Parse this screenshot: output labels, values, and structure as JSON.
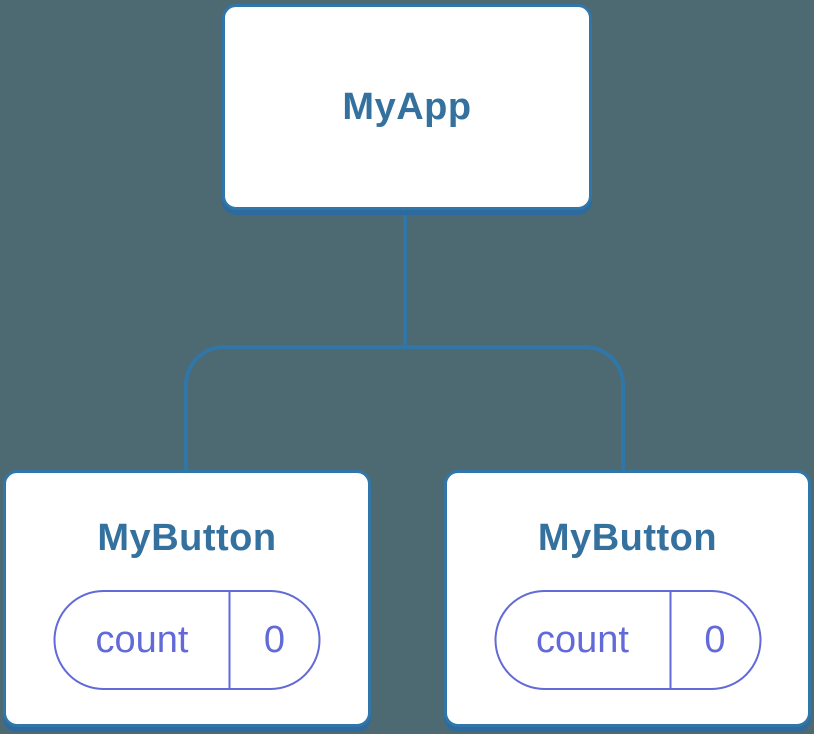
{
  "diagram": {
    "kind": "component-tree",
    "root": {
      "label": "MyApp"
    },
    "children": [
      {
        "label": "MyButton",
        "state": {
          "name": "count",
          "value": "0"
        }
      },
      {
        "label": "MyButton",
        "state": {
          "name": "count",
          "value": "0"
        }
      }
    ]
  },
  "colors": {
    "background": "#4d6a73",
    "connector": "#3176a8",
    "node_border": "#3176a8",
    "node_fill": "#ffffff",
    "node_shadow": "#2d6b9e",
    "title_text": "#35719e",
    "state_pill": "#6269d8"
  }
}
